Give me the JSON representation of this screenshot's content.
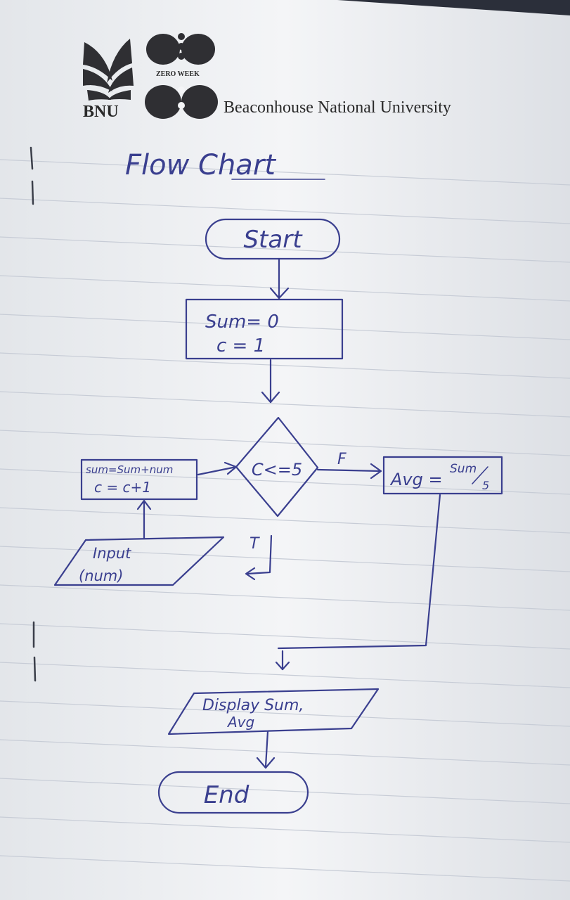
{
  "header": {
    "logo_text": "BNU",
    "emblem_caption": "ZERO WEEK",
    "university_name": "Beaconhouse National University"
  },
  "title": "Flow Chart",
  "flowchart": {
    "start": "Start",
    "init": {
      "line1": "Sum= 0",
      "line2": "c = 1"
    },
    "decision": "C<=5",
    "false_label": "F",
    "true_label": "T",
    "loop_process": {
      "line1": "sum=Sum+num",
      "line2": "c = c+1"
    },
    "input": {
      "line1": "Input",
      "line2": "(num)"
    },
    "average": {
      "lhs": "Avg =",
      "numerator": "Sum",
      "denominator": "5"
    },
    "output": {
      "line1": "Display Sum,",
      "line2": "Avg"
    },
    "end": "End"
  },
  "colors": {
    "ink": "#3a3f8f",
    "paper": "#f4f5f7",
    "rule": "#c7ccd6",
    "print": "#2a2a2a"
  }
}
